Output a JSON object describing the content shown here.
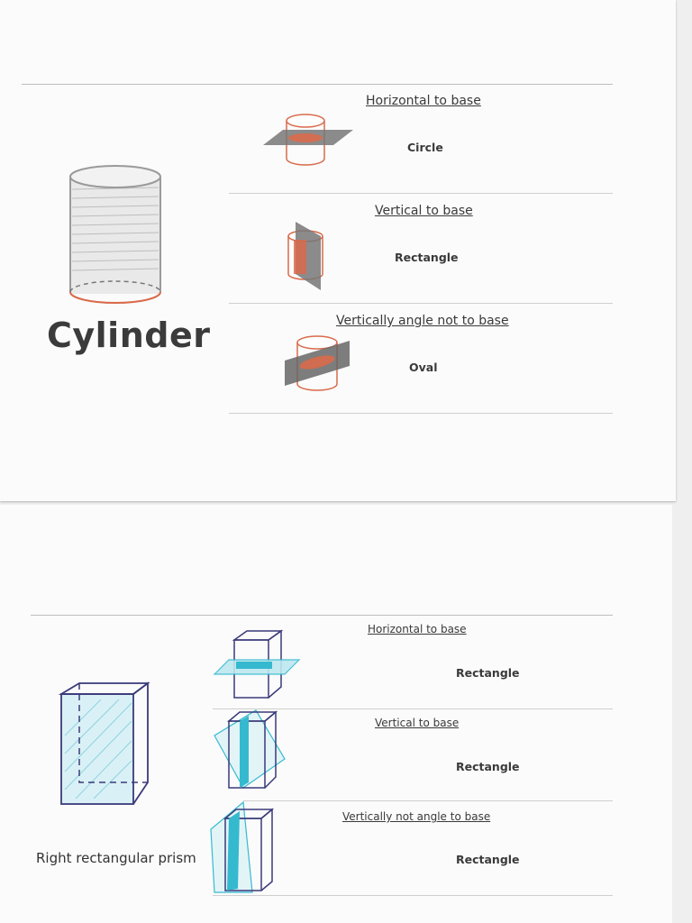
{
  "cylinder": {
    "title": "Cylinder",
    "slices": [
      {
        "heading": "Horizontal to base",
        "result": "Circle"
      },
      {
        "heading": "Vertical to base",
        "result": "Rectangle"
      },
      {
        "heading": "Vertically angle not to base",
        "result": "Oval"
      }
    ],
    "accent": "#d96a4b"
  },
  "prism": {
    "title": "Right rectangular prism",
    "slices": [
      {
        "heading": "Horizontal to base",
        "result": "Rectangle"
      },
      {
        "heading": "Vertical to base",
        "result": "Rectangle"
      },
      {
        "heading": "Vertically not angle to base",
        "result": "Rectangle"
      }
    ],
    "accent": "#35b9cf"
  }
}
